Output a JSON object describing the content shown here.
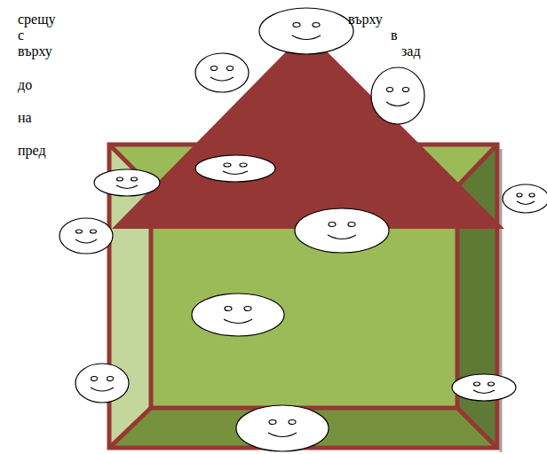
{
  "diagram": {
    "labels": [
      "срещу",
      "върху",
      "с",
      "в",
      "върху",
      "зад",
      "до",
      "на",
      "пред"
    ]
  }
}
